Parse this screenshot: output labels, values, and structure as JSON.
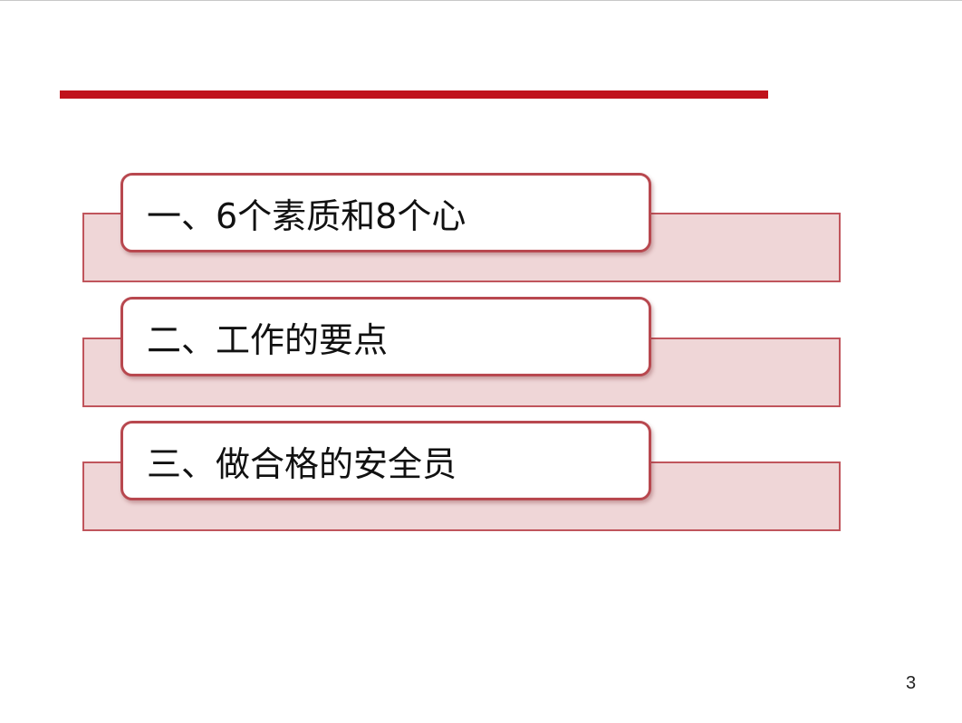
{
  "slide": {
    "accent_color": "#c0121c",
    "items": [
      {
        "label": "一、6个素质和8个心"
      },
      {
        "label": "二、工作的要点"
      },
      {
        "label": "三、做合格的安全员"
      }
    ],
    "page_number": "3"
  }
}
